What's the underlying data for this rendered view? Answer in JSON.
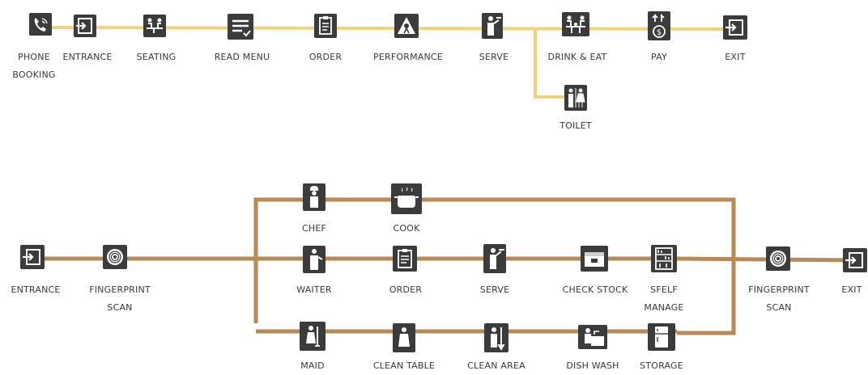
{
  "customer_flow": {
    "line_color": "#f3d27e",
    "nodes": [
      {
        "id": "phone_booking",
        "label_1": "PHONE",
        "label_2": "BOOKING",
        "icon": "phone-icon"
      },
      {
        "id": "entrance",
        "label_1": "ENTRANCE",
        "icon": "entrance-icon"
      },
      {
        "id": "seating",
        "label_1": "SEATING",
        "icon": "seating-icon"
      },
      {
        "id": "read_menu",
        "label_1": "READ MENU",
        "icon": "menu-icon"
      },
      {
        "id": "order",
        "label_1": "ORDER",
        "icon": "clipboard-icon"
      },
      {
        "id": "performance",
        "label_1": "PERFORMANCE",
        "icon": "performance-icon"
      },
      {
        "id": "serve",
        "label_1": "SERVE",
        "icon": "waiter-serve-icon"
      },
      {
        "id": "drink_eat",
        "label_1": "DRINK & EAT",
        "icon": "dining-icon"
      },
      {
        "id": "pay",
        "label_1": "PAY",
        "icon": "money-icon"
      },
      {
        "id": "exit",
        "label_1": "EXIT",
        "icon": "exit-icon"
      },
      {
        "id": "toilet",
        "label_1": "TOILET",
        "icon": "toilet-icon"
      }
    ]
  },
  "staff_flow": {
    "line_color": "#b88a55",
    "nodes": [
      {
        "id": "entrance",
        "label_1": "ENTRANCE",
        "icon": "entrance-icon"
      },
      {
        "id": "fingerprint_in",
        "label_1": "FINGERPRINT",
        "label_2": "SCAN",
        "icon": "fingerprint-icon"
      },
      {
        "id": "chef",
        "label_1": "CHEF",
        "icon": "chef-icon"
      },
      {
        "id": "cook",
        "label_1": "COOK",
        "icon": "cooking-pot-icon"
      },
      {
        "id": "waiter",
        "label_1": "WAITER",
        "icon": "waiter-icon"
      },
      {
        "id": "order",
        "label_1": "ORDER",
        "icon": "clipboard-icon"
      },
      {
        "id": "serve",
        "label_1": "SERVE",
        "icon": "waiter-serve-icon"
      },
      {
        "id": "check_stock",
        "label_1": "CHECK STOCK",
        "icon": "stock-box-icon"
      },
      {
        "id": "shelf_manage",
        "label_1": "SFELF",
        "label_2": "MANAGE",
        "icon": "shelf-icon"
      },
      {
        "id": "maid",
        "label_1": "MAID",
        "icon": "maid-icon"
      },
      {
        "id": "clean_table",
        "label_1": "CLEAN TABLE",
        "icon": "clean-table-icon"
      },
      {
        "id": "clean_area",
        "label_1": "CLEAN AREA",
        "icon": "clean-area-icon"
      },
      {
        "id": "dish_wash",
        "label_1": "DISH WASH",
        "icon": "dish-wash-icon"
      },
      {
        "id": "storage",
        "label_1": "STORAGE",
        "icon": "fridge-icon"
      },
      {
        "id": "fingerprint_out",
        "label_1": "FINGERPRINT",
        "label_2": "SCAN",
        "icon": "fingerprint-icon"
      },
      {
        "id": "exit",
        "label_1": "EXIT",
        "icon": "exit-icon"
      }
    ]
  }
}
